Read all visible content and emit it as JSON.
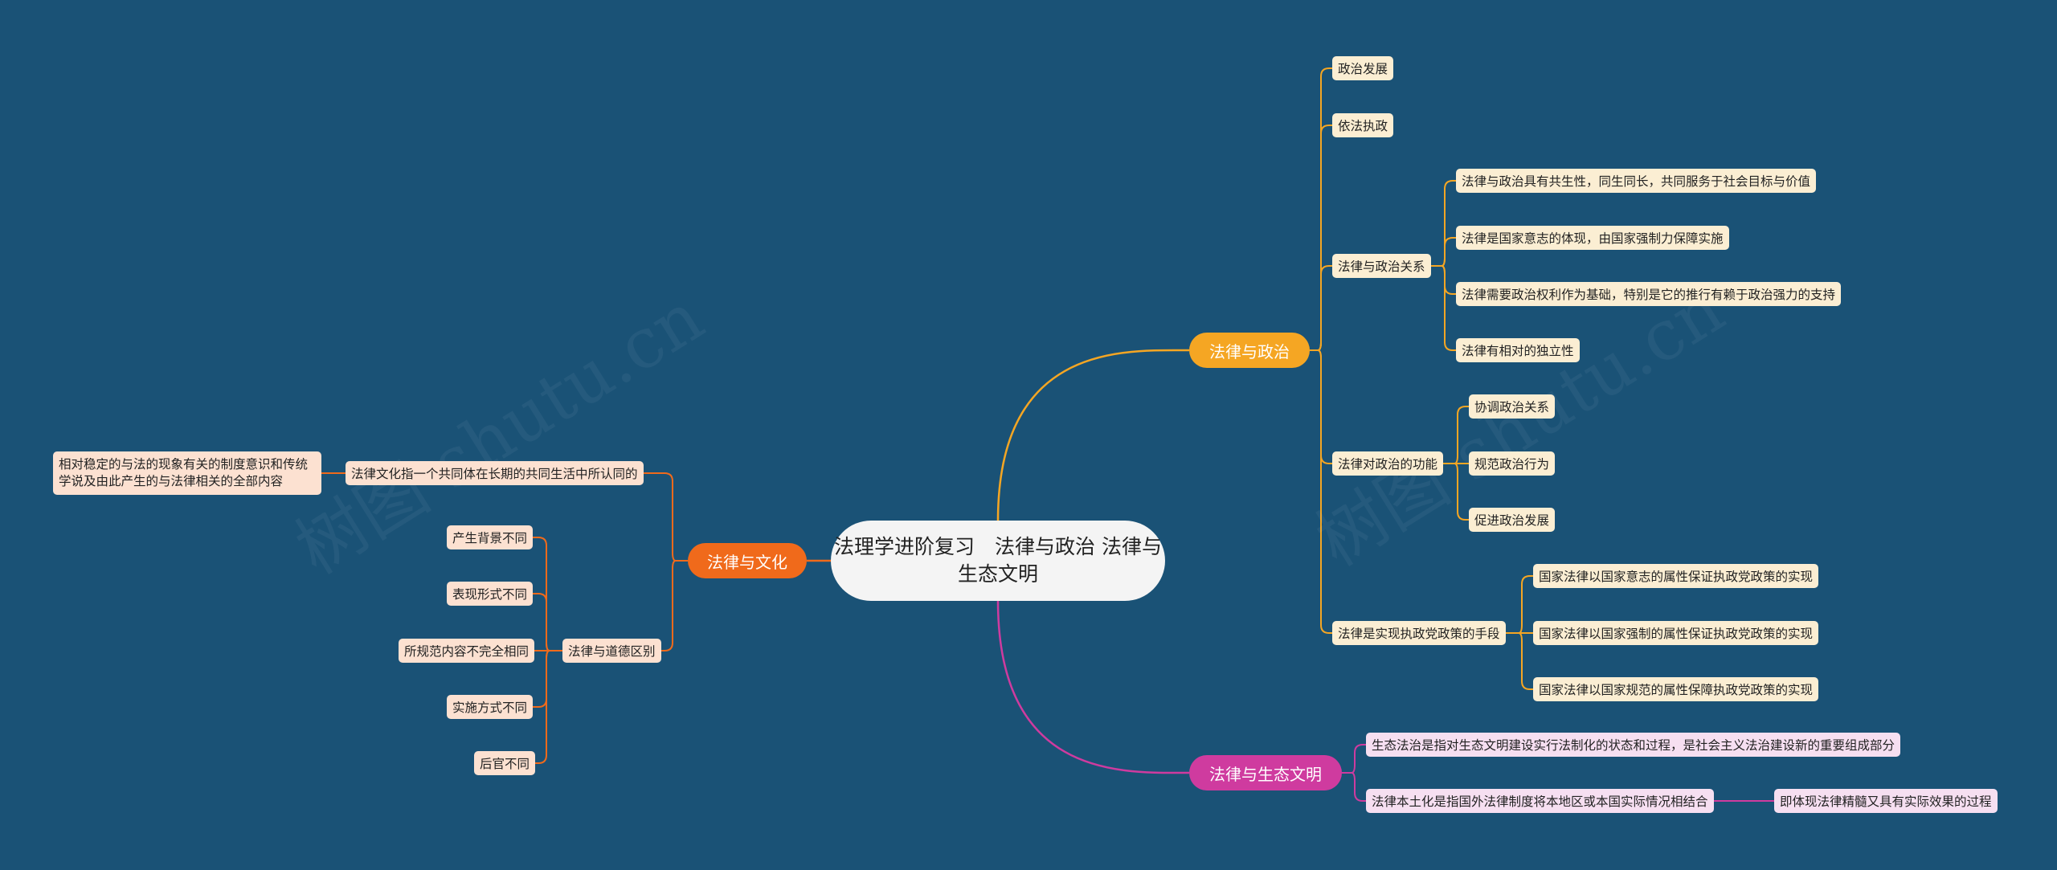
{
  "center": {
    "title": "法理学进阶复习　法律与政治  法律与生态文明"
  },
  "watermark": "树图 shutu.cn",
  "colors": {
    "background": "#1a5276",
    "politics": "#f5a623",
    "culture": "#f06a1b",
    "ecology": "#cf3b9f"
  },
  "politics": {
    "label": "法律与政治",
    "items": [
      {
        "label": "政治发展"
      },
      {
        "label": "依法执政"
      },
      {
        "label": "法律与政治关系",
        "children": [
          "法律与政治具有共生性，同生同长，共同服务于社会目标与价值",
          "法律是国家意志的体现，由国家强制力保障实施",
          "法律需要政治权利作为基础，特别是它的推行有赖于政治强力的支持",
          "法律有相对的独立性"
        ]
      },
      {
        "label": "法律对政治的功能",
        "children": [
          "协调政治关系",
          "规范政治行为",
          "促进政治发展"
        ]
      },
      {
        "label": "法律是实现执政党政策的手段",
        "children": [
          "国家法律以国家意志的属性保证执政党政策的实现",
          "国家法律以国家强制的属性保证执政党政策的实现",
          "国家法律以国家规范的属性保障执政党政策的实现"
        ]
      }
    ]
  },
  "culture": {
    "label": "法律与文化",
    "items": [
      {
        "label": "法律文化指一个共同体在长期的共同生活中所认同的",
        "children": [
          "相对稳定的与法的现象有关的制度意识和传统学说及由此产生的与法律相关的全部内容"
        ]
      },
      {
        "label": "法律与道德区别",
        "children": [
          "产生背景不同",
          "表现形式不同",
          "所规范内容不完全相同",
          "实施方式不同",
          "后官不同"
        ]
      }
    ]
  },
  "ecology": {
    "label": "法律与生态文明",
    "items": [
      {
        "label": "生态法治是指对生态文明建设实行法制化的状态和过程，是社会主义法治建设新的重要组成部分"
      },
      {
        "label": "法律本土化是指国外法律制度将本地区或本国实际情况相结合",
        "children": [
          "即体现法律精髓又具有实际效果的过程"
        ]
      }
    ]
  }
}
